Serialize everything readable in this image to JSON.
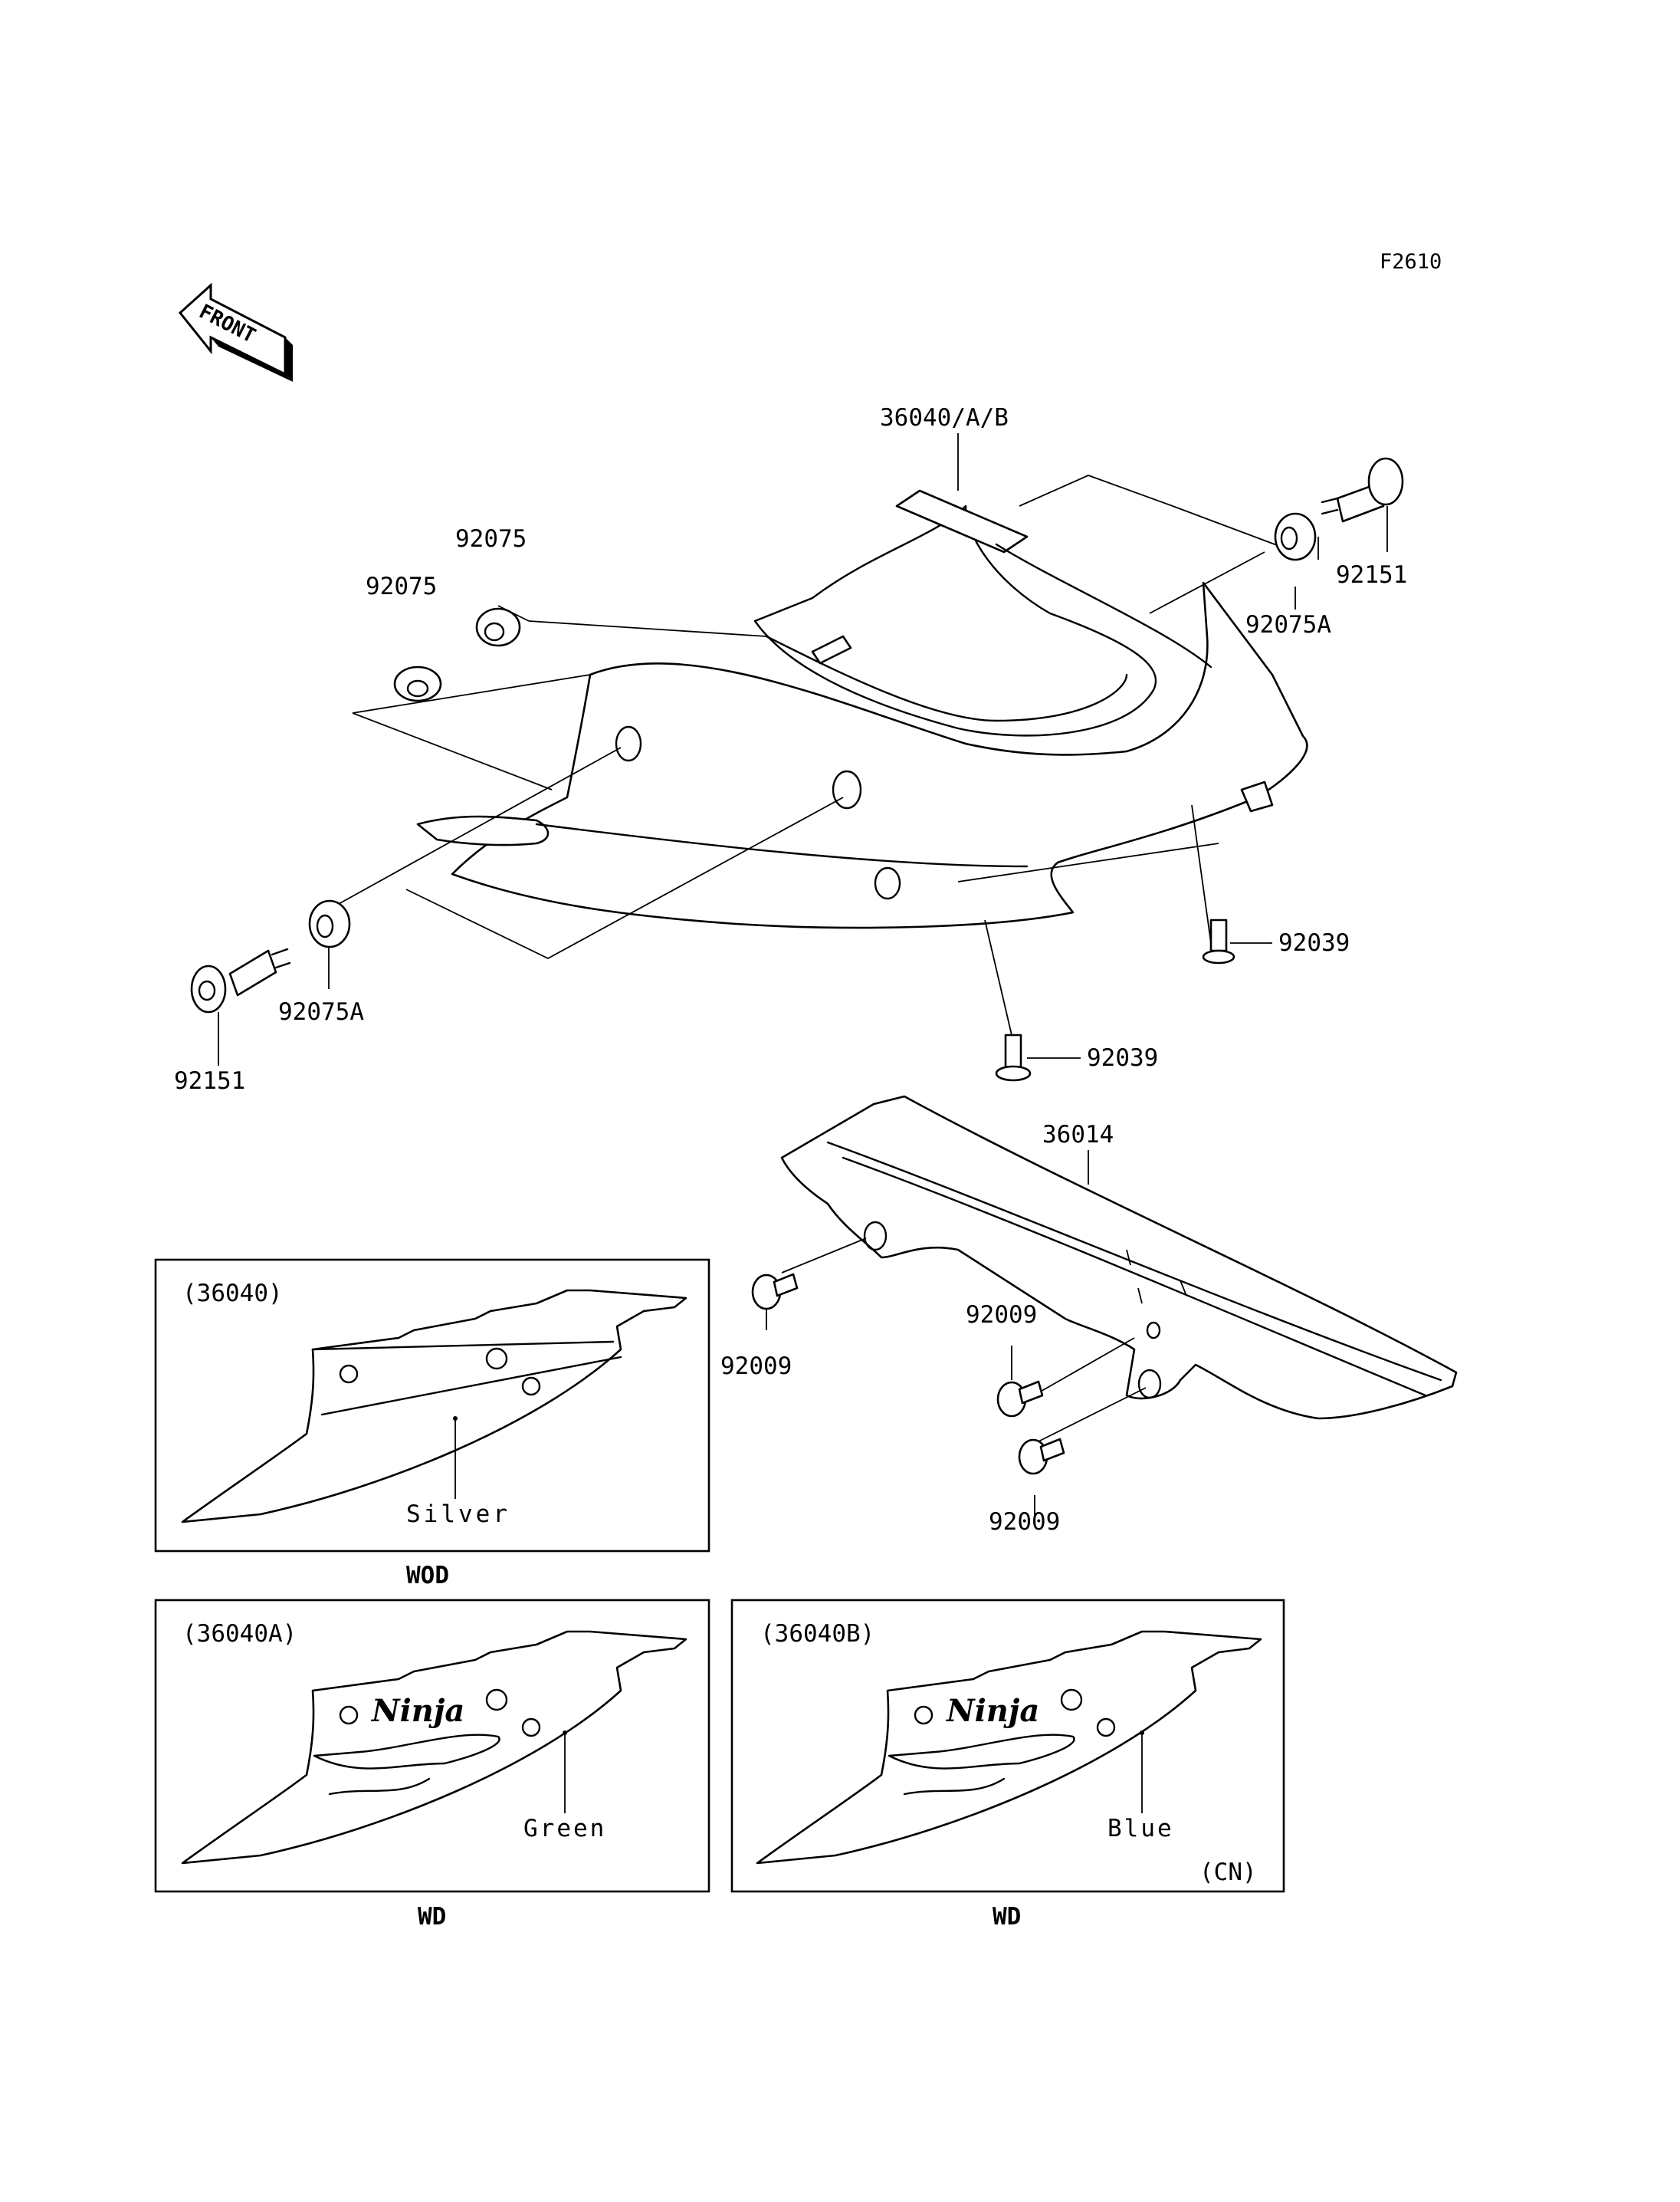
{
  "figure_code": "F2610",
  "front_arrow": {
    "label": "FRONT"
  },
  "callouts": {
    "seat_cover": "36040/A/B",
    "grommet_1": "92075",
    "grommet_2": "92075",
    "grommet_right": "92075A",
    "grommet_left": "92075A",
    "bolt_right": "92151",
    "bolt_left": "92151",
    "clip_right": "92039",
    "clip_lower": "92039",
    "chain_cover": "36014",
    "screw_left": "92009",
    "screw_mid": "92009",
    "screw_bottom": "92009"
  },
  "variants": [
    {
      "part_no": "(36040)",
      "color": "Silver",
      "market": "WOD",
      "logo": "",
      "note": ""
    },
    {
      "part_no": "(36040A)",
      "color": "Green",
      "market": "WD",
      "logo": "Ninja",
      "note": ""
    },
    {
      "part_no": "(36040B)",
      "color": "Blue",
      "market": "WD",
      "logo": "Ninja",
      "note": "(CN)"
    }
  ]
}
